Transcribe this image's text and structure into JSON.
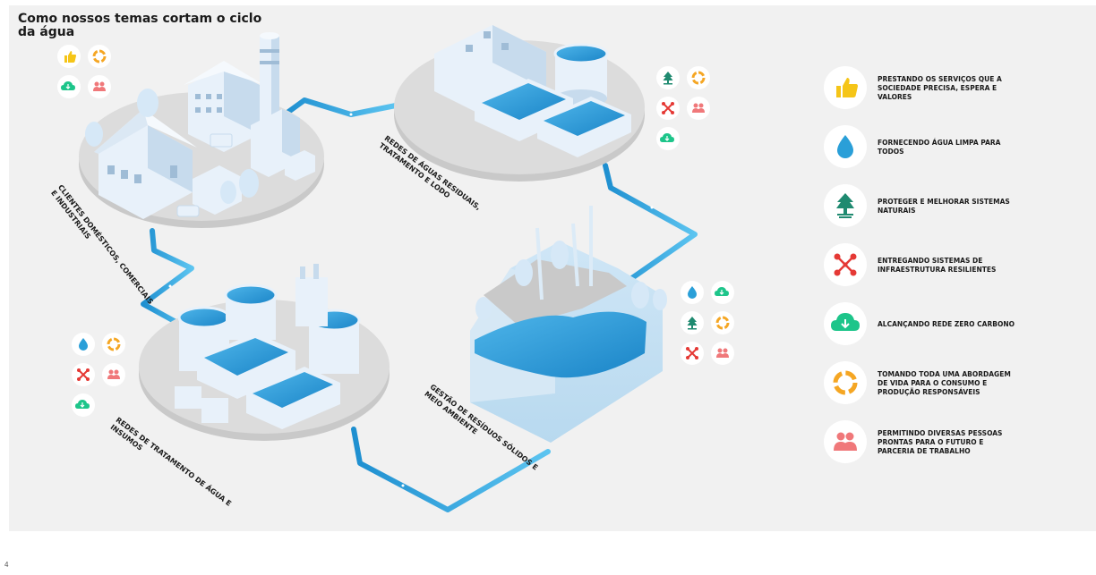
{
  "title": "Como nossos temas cortam o ciclo da água",
  "page_number": "4",
  "zones": {
    "clients": "Clientes domésticos, comerciais e industriais",
    "wastewater": "Redes de águas residuais, tratamento e lodo",
    "water_treatment": "Redes de tratamento de água e insumos",
    "solid_waste": "Gestão de resíduos sólidos e meio ambiente"
  },
  "legend": [
    {
      "icon": "thumbs-up-icon",
      "color": "#f5c518",
      "text": "Prestando os serviços que a sociedade precisa, espera e valores"
    },
    {
      "icon": "water-drop-icon",
      "color": "#2a9fd8",
      "text": "Fornecendo água limpa para todos"
    },
    {
      "icon": "tree-icon",
      "color": "#1f8a70",
      "text": "Proteger e melhorar sistemas naturais"
    },
    {
      "icon": "network-icon",
      "color": "#e53935",
      "text": "Entregando sistemas de infraestrutura resilientes"
    },
    {
      "icon": "cloud-download-icon",
      "color": "#1dc58a",
      "text": "Alcançando rede zero carbono"
    },
    {
      "icon": "cycle-icon",
      "color": "#f5a623",
      "text": "Tomando toda uma abordagem de vida para o consumo e produção responsáveis"
    },
    {
      "icon": "people-icon",
      "color": "#f0787a",
      "text": "Permitindo diversas pessoas prontas para o futuro e parceria de trabalho"
    }
  ],
  "colors": {
    "pipe": "#2a9fd8",
    "panel": "#f1f1f1",
    "platform": "#d9d9d9",
    "building": "#e8f1fa",
    "water": "#2f9bd6"
  }
}
